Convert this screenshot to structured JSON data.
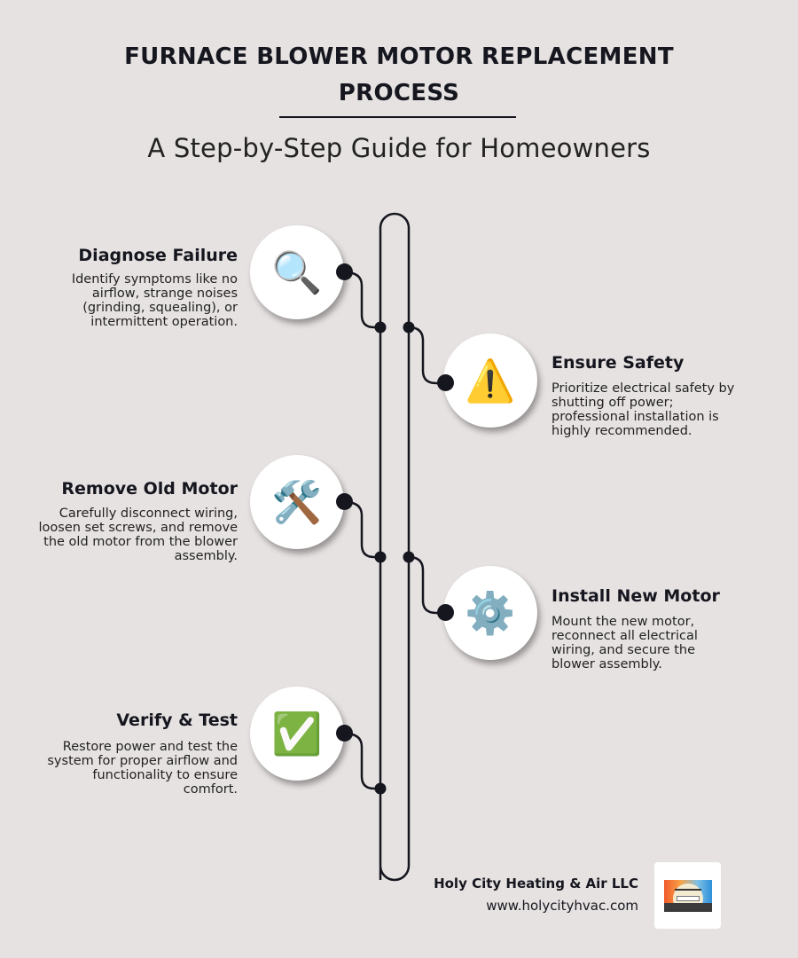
{
  "header": {
    "title": "FURNACE BLOWER MOTOR REPLACEMENT PROCESS",
    "subtitle": "A Step-by-Step Guide for Homeowners"
  },
  "steps": [
    {
      "title": "Diagnose Failure",
      "description": "Identify symptoms like no airflow, strange noises (grinding, squealing), or intermittent operation.",
      "icon": "magnifying-glass-icon",
      "glyph": "🔍",
      "side": "left"
    },
    {
      "title": "Ensure Safety",
      "description": "Prioritize electrical safety by shutting off power; professional installation is highly recommended.",
      "icon": "warning-icon",
      "glyph": "⚠️",
      "side": "right"
    },
    {
      "title": "Remove Old Motor",
      "description": "Carefully disconnect wiring, loosen set screws, and remove the old motor from the blower assembly.",
      "icon": "hammer-and-wrench-icon",
      "glyph": "🛠️",
      "side": "left"
    },
    {
      "title": "Install New Motor",
      "description": "Mount the new motor, reconnect all electrical wiring, and secure the blower assembly.",
      "icon": "gear-icon",
      "glyph": "⚙️",
      "side": "right"
    },
    {
      "title": "Verify & Test",
      "description": "Restore power and test the system for proper airflow and functionality to ensure comfort.",
      "icon": "check-mark-icon",
      "glyph": "✅",
      "side": "left"
    }
  ],
  "footer": {
    "company": "Holy City Heating & Air LLC",
    "website": "www.holycityhvac.com",
    "logo": "company-logo"
  },
  "colors": {
    "background": "#e6e2e1",
    "ink": "#16161f",
    "circle": "#ffffff"
  }
}
